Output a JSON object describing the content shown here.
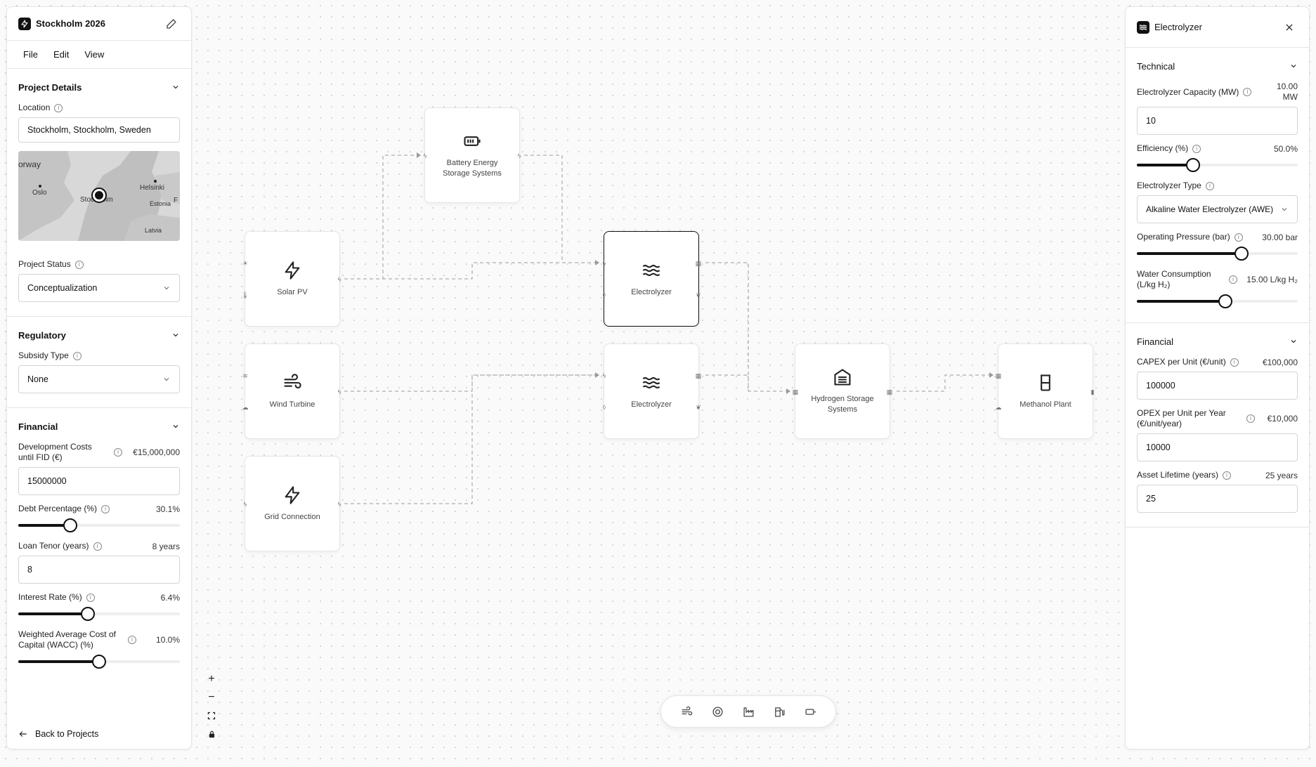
{
  "project": {
    "title": "Stockholm 2026"
  },
  "menu": {
    "file": "File",
    "edit": "Edit",
    "view": "View"
  },
  "project_details": {
    "title": "Project Details",
    "location_label": "Location",
    "location_value": "Stockholm, Stockholm, Sweden",
    "map_labels": {
      "norway": "orway",
      "oslo": "Oslo",
      "stockholm": "Stockholm",
      "helsinki": "Helsinki",
      "estonia": "Estonia",
      "latvia": "Latvia",
      "right_edge": "F"
    },
    "status_label": "Project Status",
    "status_value": "Conceptualization"
  },
  "regulatory": {
    "title": "Regulatory",
    "subsidy_label": "Subsidy Type",
    "subsidy_value": "None"
  },
  "financial_left": {
    "title": "Financial",
    "dev_costs_label": "Development Costs until FID (€)",
    "dev_costs_display": "€15,000,000",
    "dev_costs_value": "15000000",
    "debt_label": "Debt Percentage (%)",
    "debt_display": "30.1%",
    "debt_fraction": 0.32,
    "loan_label": "Loan Tenor (years)",
    "loan_display": "8 years",
    "loan_value": "8",
    "interest_label": "Interest Rate (%)",
    "interest_display": "6.4%",
    "interest_fraction": 0.43,
    "wacc_label": "Weighted Average Cost of Capital (WACC) (%)",
    "wacc_display": "10.0%",
    "wacc_fraction": 0.5
  },
  "back_link": "Back to Projects",
  "nodes": {
    "battery": "Battery Energy Storage Systems",
    "solar": "Solar PV",
    "wind": "Wind Turbine",
    "grid": "Grid Connection",
    "electrolyzer1": "Electrolyzer",
    "electrolyzer2": "Electrolyzer",
    "hydrogen": "Hydrogen Storage Systems",
    "methanol": "Methanol Plant"
  },
  "right_panel": {
    "title": "Electrolyzer",
    "technical": {
      "title": "Technical",
      "capacity_label": "Electrolyzer Capacity (MW)",
      "capacity_display": "10.00 MW",
      "capacity_value": "10",
      "efficiency_label": "Efficiency (%)",
      "efficiency_display": "50.0%",
      "efficiency_fraction": 0.35,
      "type_label": "Electrolyzer Type",
      "type_value": "Alkaline Water Electrolyzer (AWE)",
      "pressure_label": "Operating Pressure (bar)",
      "pressure_display": "30.00 bar",
      "pressure_fraction": 0.65,
      "water_label": "Water Consumption (L/kg H₂)",
      "water_display": "15.00 L/kg H₂",
      "water_fraction": 0.55
    },
    "financial": {
      "title": "Financial",
      "capex_label": "CAPEX per Unit (€/unit)",
      "capex_display": "€100,000",
      "capex_value": "100000",
      "opex_label": "OPEX per Unit per Year (€/unit/year)",
      "opex_display": "€10,000",
      "opex_value": "10000",
      "lifetime_label": "Asset Lifetime (years)",
      "lifetime_display": "25 years",
      "lifetime_value": "25"
    }
  },
  "icons": {
    "logo": "bolt-logo-icon",
    "edit": "pencil-icon",
    "close": "close-icon",
    "chevron": "chevron-down-icon",
    "info": "info-icon",
    "zoom_in": "plus-icon",
    "zoom_out": "minus-icon",
    "fit": "fit-view-icon",
    "lock": "lock-icon",
    "toolbar": [
      "wind-icon",
      "target-icon",
      "factory-icon",
      "fuel-pump-icon",
      "battery-icon"
    ]
  }
}
